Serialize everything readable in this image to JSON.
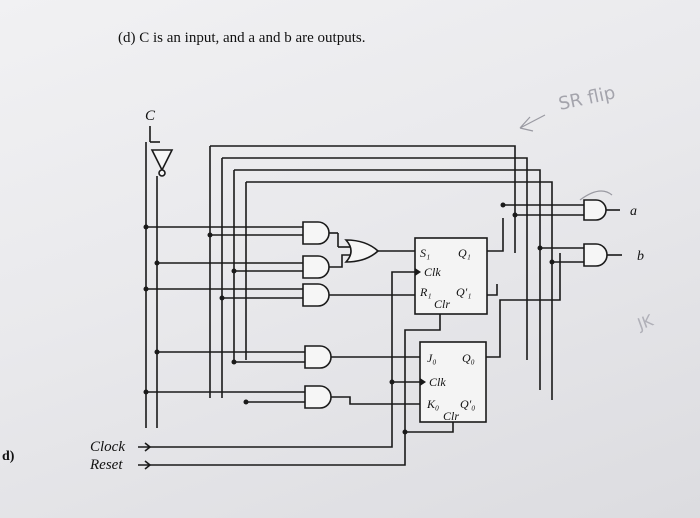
{
  "title": "(d)  C is an input, and a and b are outputs.",
  "margin_label": "d)",
  "input_label": "C",
  "outputs": {
    "a": "a",
    "b": "b"
  },
  "flip_flop_1": {
    "s": "S₁",
    "q": "Q₁",
    "clk": "Clk",
    "r": "R₁",
    "q_prime": "Q'₁",
    "clr": "Clr"
  },
  "flip_flop_0": {
    "j": "J₀",
    "q": "Q₀",
    "clk": "Clk",
    "k": "K₀",
    "q_prime": "Q'₀",
    "clr": "Clr"
  },
  "signals": {
    "clock": "Clock",
    "reset": "Reset"
  },
  "annotations": {
    "note_right": "SR flip",
    "note_edge": "JK"
  }
}
